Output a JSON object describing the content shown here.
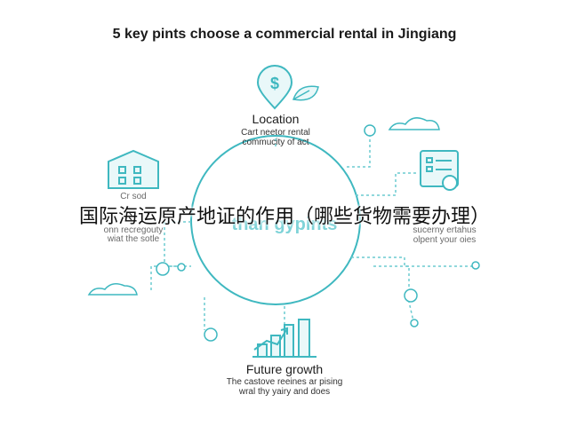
{
  "title": "5 key pints choose a commercial rental in Jingiang",
  "overlay_text": "国际海运原产地证的作用（哪些货物需要办理）",
  "center": {
    "line1": "",
    "line2": "than gypints"
  },
  "nodes": {
    "location": {
      "heading": "Location",
      "line1": "Cart neetor rental",
      "line2": "commucity of act"
    },
    "left": {
      "heading": "",
      "line1": "Cr     sod",
      "line2": "onn recregouty",
      "line3": "wiat the sotle"
    },
    "right": {
      "heading": "",
      "line1": "sucerny ertahus",
      "line2": "olpent your oies"
    },
    "growth": {
      "heading": "Future growth",
      "line1": "The castove reeines ar pising",
      "line2": "wral thy yairy and does"
    }
  },
  "colors": {
    "accent": "#3fb8c0",
    "line": "#6ccbd1",
    "text": "#1e1e1e"
  },
  "icons": [
    "dollar-pin-icon",
    "leaf-icon",
    "building-icon",
    "document-list-icon",
    "bar-chart-growth-icon",
    "cloud-icon"
  ]
}
